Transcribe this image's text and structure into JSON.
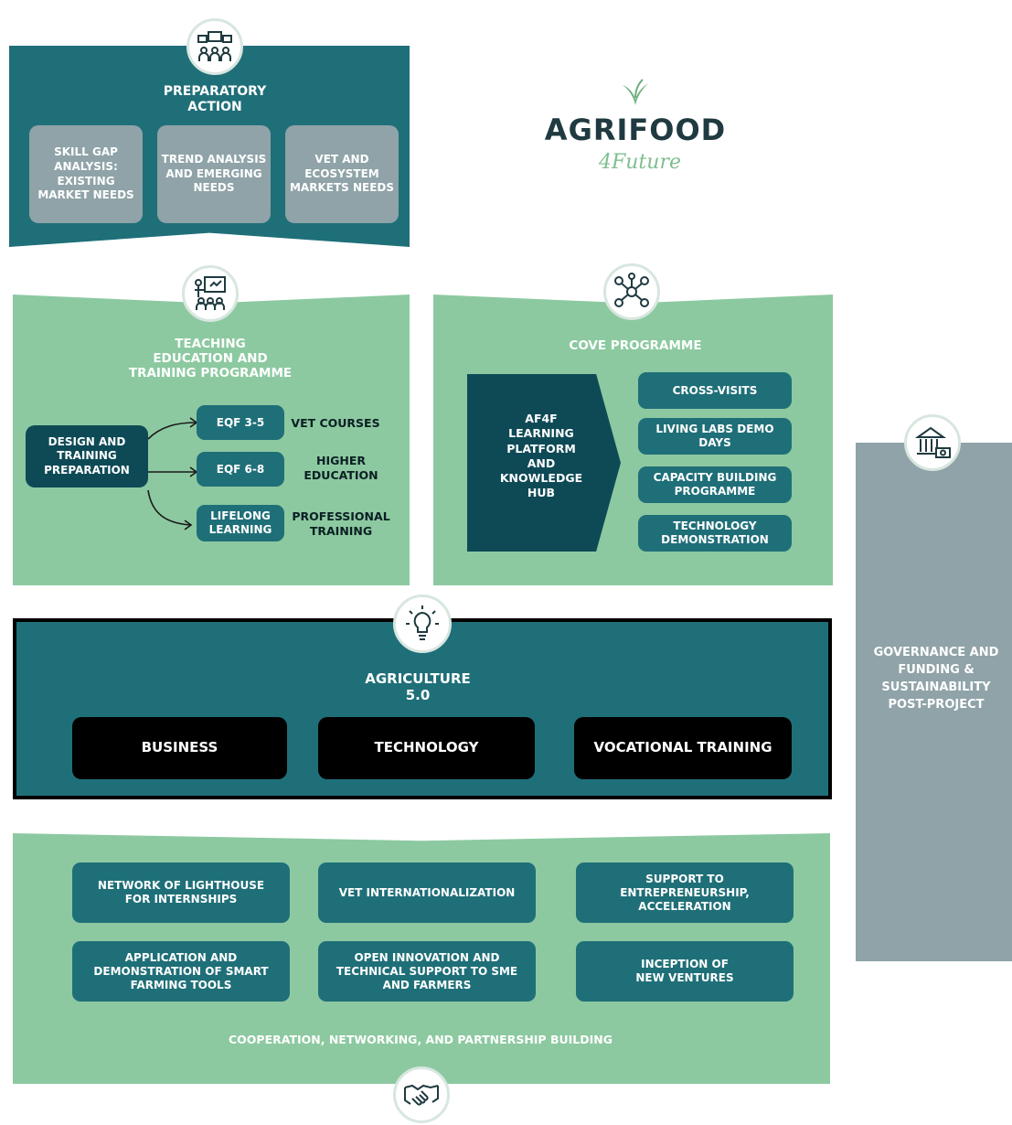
{
  "logo": {
    "brand": "AGRIFOOD",
    "tagline": "4Future"
  },
  "preparatory": {
    "title_line1": "PREPARATORY",
    "title_line2": "ACTION",
    "items": [
      "SKILL GAP ANALYSIS: EXISTING MARKET NEEDS",
      "TREND ANALYSIS AND EMERGING NEEDS",
      "VET AND ECOSYSTEM MARKETS NEEDS"
    ]
  },
  "teaching": {
    "title_line1": "TEACHING",
    "title_line2": "EDUCATION AND",
    "title_line3": "TRAINING PROGRAMME",
    "start": "DESIGN AND TRAINING PREPARATION",
    "levels": [
      "EQF 3-5",
      "EQF 6-8",
      "LIFELONG LEARNING"
    ],
    "outcomes": [
      "VET COURSES",
      "HIGHER EDUCATION",
      "PROFESSIONAL TRAINING"
    ]
  },
  "cove": {
    "title": "COVE PROGRAMME",
    "hub": "AF4F LEARNING PLATFORM AND KNOWLEDGE HUB",
    "items": [
      "CROSS-VISITS",
      "LIVING LABS DEMO DAYS",
      "CAPACITY BUILDING PROGRAMME",
      "TECHNOLOGY DEMONSTRATION"
    ]
  },
  "agriculture": {
    "title_line1": "AGRICULTURE",
    "title_line2": "5.0",
    "pillars": [
      "BUSINESS",
      "TECHNOLOGY",
      "VOCATIONAL TRAINING"
    ]
  },
  "cooperation": {
    "items": [
      "NETWORK OF LIGHTHOUSE FOR INTERNSHIPS",
      "VET INTERNATIONALIZATION",
      "SUPPORT TO ENTREPRENEURSHIP, ACCELERATION",
      "APPLICATION AND DEMONSTRATION OF SMART FARMING TOOLS",
      "OPEN INNOVATION AND TECHNICAL SUPPORT TO SME AND FARMERS",
      "INCEPTION OF NEW VENTURES"
    ],
    "footer": "COOPERATION, NETWORKING, AND PARTNERSHIP BUILDING"
  },
  "governance": {
    "label": "GOVERNANCE AND FUNDING & SUSTAINABILITY POST-PROJECT"
  },
  "icons": {
    "preparatory": "meeting-icon",
    "teaching": "classroom-icon",
    "cove": "network-icon",
    "agriculture": "lightbulb-icon",
    "governance": "bank-money-icon",
    "cooperation": "handshake-icon"
  },
  "colors": {
    "dark_teal": "#1f6f78",
    "mint": "#8cc9a0",
    "gray": "#8fa3a8",
    "navy": "#0e4a56",
    "black": "#000000"
  }
}
